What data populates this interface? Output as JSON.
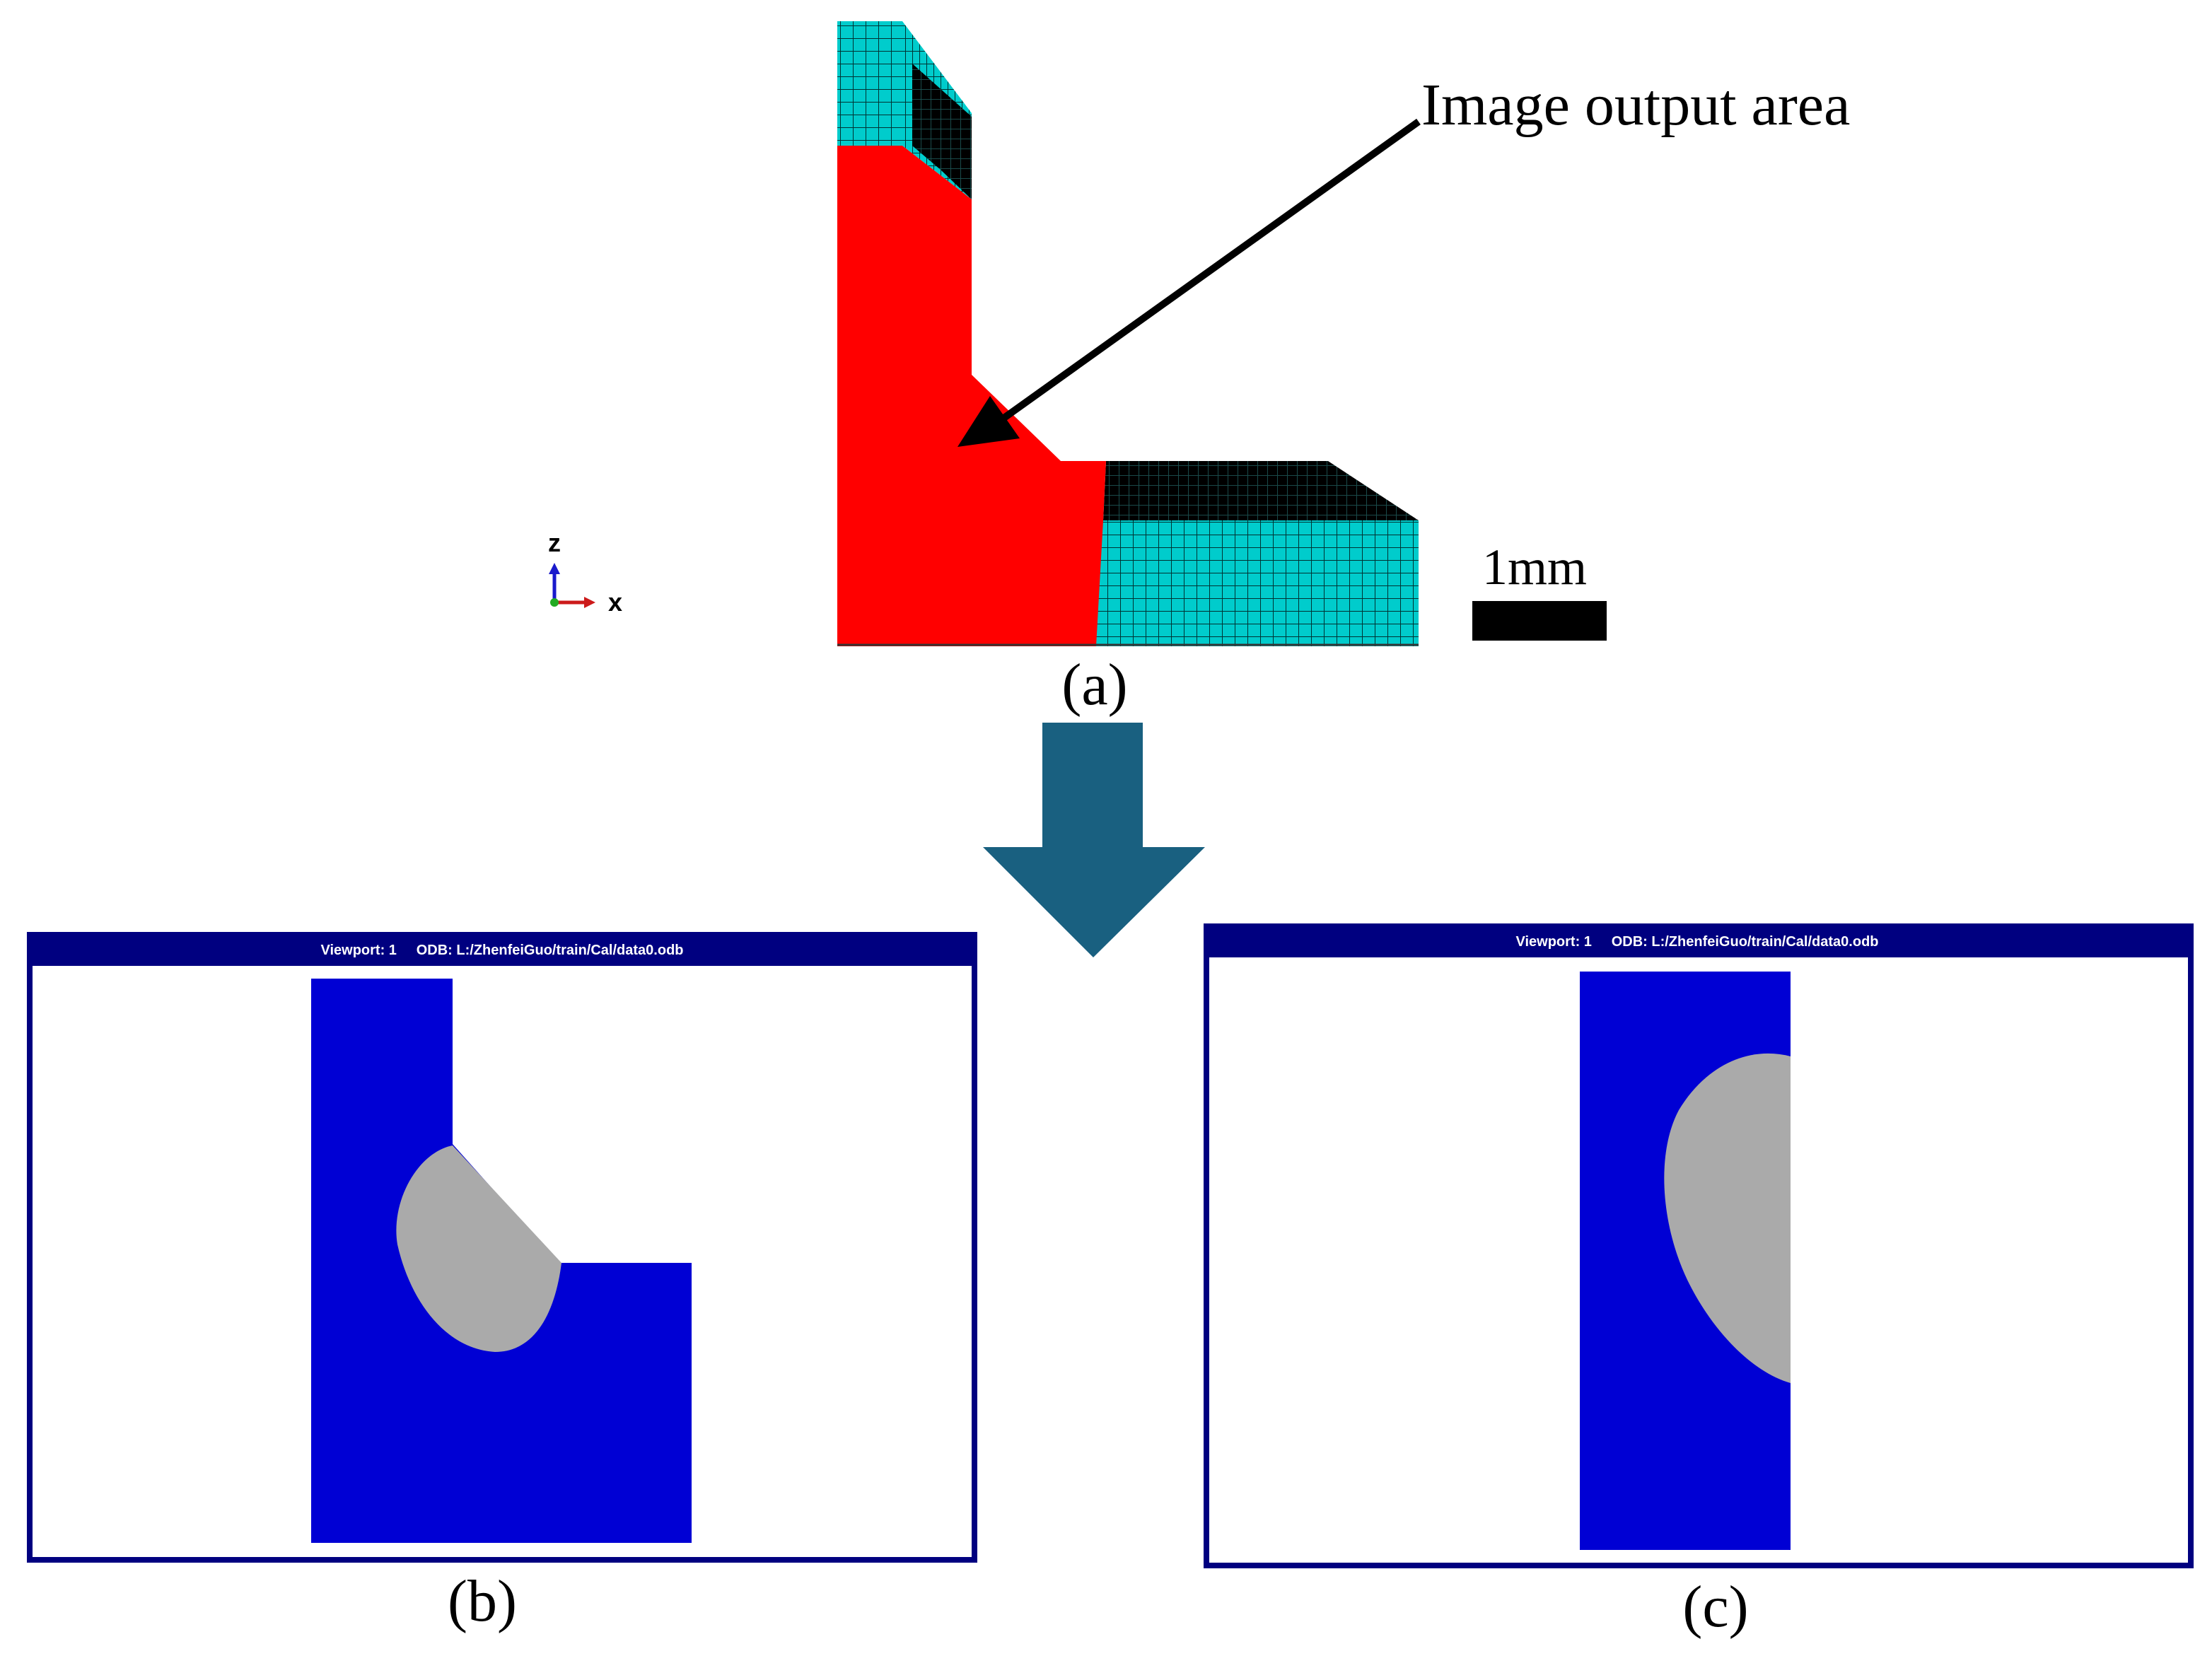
{
  "figure": {
    "annotation": "Image output area",
    "scale_bar_label": "1mm",
    "axis_labels": {
      "vertical": "z",
      "horizontal": "x"
    },
    "captions": {
      "a": "(a)",
      "b": "(b)",
      "c": "(c)"
    }
  },
  "viewports": {
    "b": {
      "title": "Viewport: 1     ODB: L:/ZhenfeiGuo/train/Cal/data0.odb"
    },
    "c": {
      "title": "Viewport: 1     ODB: L:/ZhenfeiGuo/train/Cal/data0.odb"
    }
  },
  "colors": {
    "weld_zone": "#ff0000",
    "mesh_fill": "#00cccc",
    "mesh_lines": "#003333",
    "solid_black": "#000000",
    "arrow_flow": "#196080",
    "viewport_frame": "#000080",
    "viewport_title_text": "#ffffff",
    "base_material": "#0000d4",
    "fusion_zone": "#aaaaaa",
    "axis_z": "#1a1acc",
    "axis_x": "#cc1a1a",
    "axis_origin": "#22aa22"
  }
}
